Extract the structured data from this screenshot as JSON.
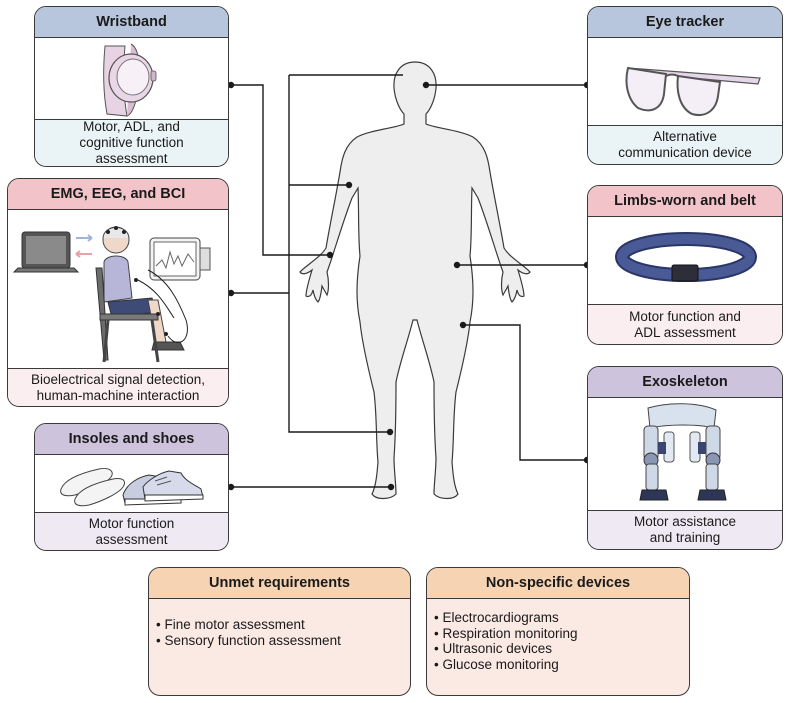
{
  "colors": {
    "blue_header": "#b8c6dd",
    "blue_desc": "#eaf3f5",
    "pink_header": "#f2c4c9",
    "pink_desc": "#fbeef0",
    "purple_header": "#cdc3dd",
    "purple_desc": "#efe9f3",
    "peach_header": "#f6d3b3",
    "peach_body": "#fbe9e4",
    "body_fill": "#eeeeee",
    "line": "#1a1a1a"
  },
  "devices": {
    "wristband": {
      "title": "Wristband",
      "desc": "Motor, ADL, and\ncognitive function\nassessment",
      "icon": "smartwatch-icon"
    },
    "emg": {
      "title": "EMG, EEG, and BCI",
      "desc": "Bioelectrical signal detection,\nhuman-machine interaction",
      "icon": "seated-person-with-electrodes-icon"
    },
    "insoles": {
      "title": "Insoles and shoes",
      "desc": "Motor function\nassessment",
      "icon": "insoles-and-sneakers-icon"
    },
    "eye_tracker": {
      "title": "Eye tracker",
      "desc": "Alternative\ncommunication device",
      "icon": "glasses-icon"
    },
    "limbs_belt": {
      "title": "Limbs-worn and belt",
      "desc": "Motor function and\nADL assessment",
      "icon": "belt-icon"
    },
    "exoskeleton": {
      "title": "Exoskeleton",
      "desc": "Motor assistance\nand training",
      "icon": "exoskeleton-icon"
    }
  },
  "unmet": {
    "title": "Unmet requirements",
    "items": [
      "Fine motor assessment",
      "Sensory function assessment"
    ]
  },
  "nonspecific": {
    "title": "Non-specific devices",
    "items": [
      "Electrocardiograms",
      "Respiration monitoring",
      "Ultrasonic devices",
      "Glucose monitoring"
    ]
  }
}
